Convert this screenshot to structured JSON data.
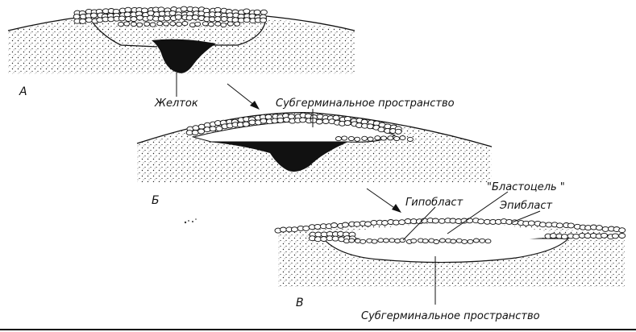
{
  "panels": {
    "a": {
      "label": "А"
    },
    "b": {
      "label": "Б"
    },
    "c": {
      "label": "В"
    }
  },
  "labels": {
    "yolk": "Желток",
    "subgerminal_top": "Субгерминальное пространство",
    "hypoblast": "Гипобласт",
    "blastocoel": "\"Бластоцель \"",
    "epiblast": "Эпибласт",
    "subgerminal_bottom": "Субгерминальное пространство"
  },
  "colors": {
    "ink": "#111111",
    "paper": "#ffffff"
  }
}
